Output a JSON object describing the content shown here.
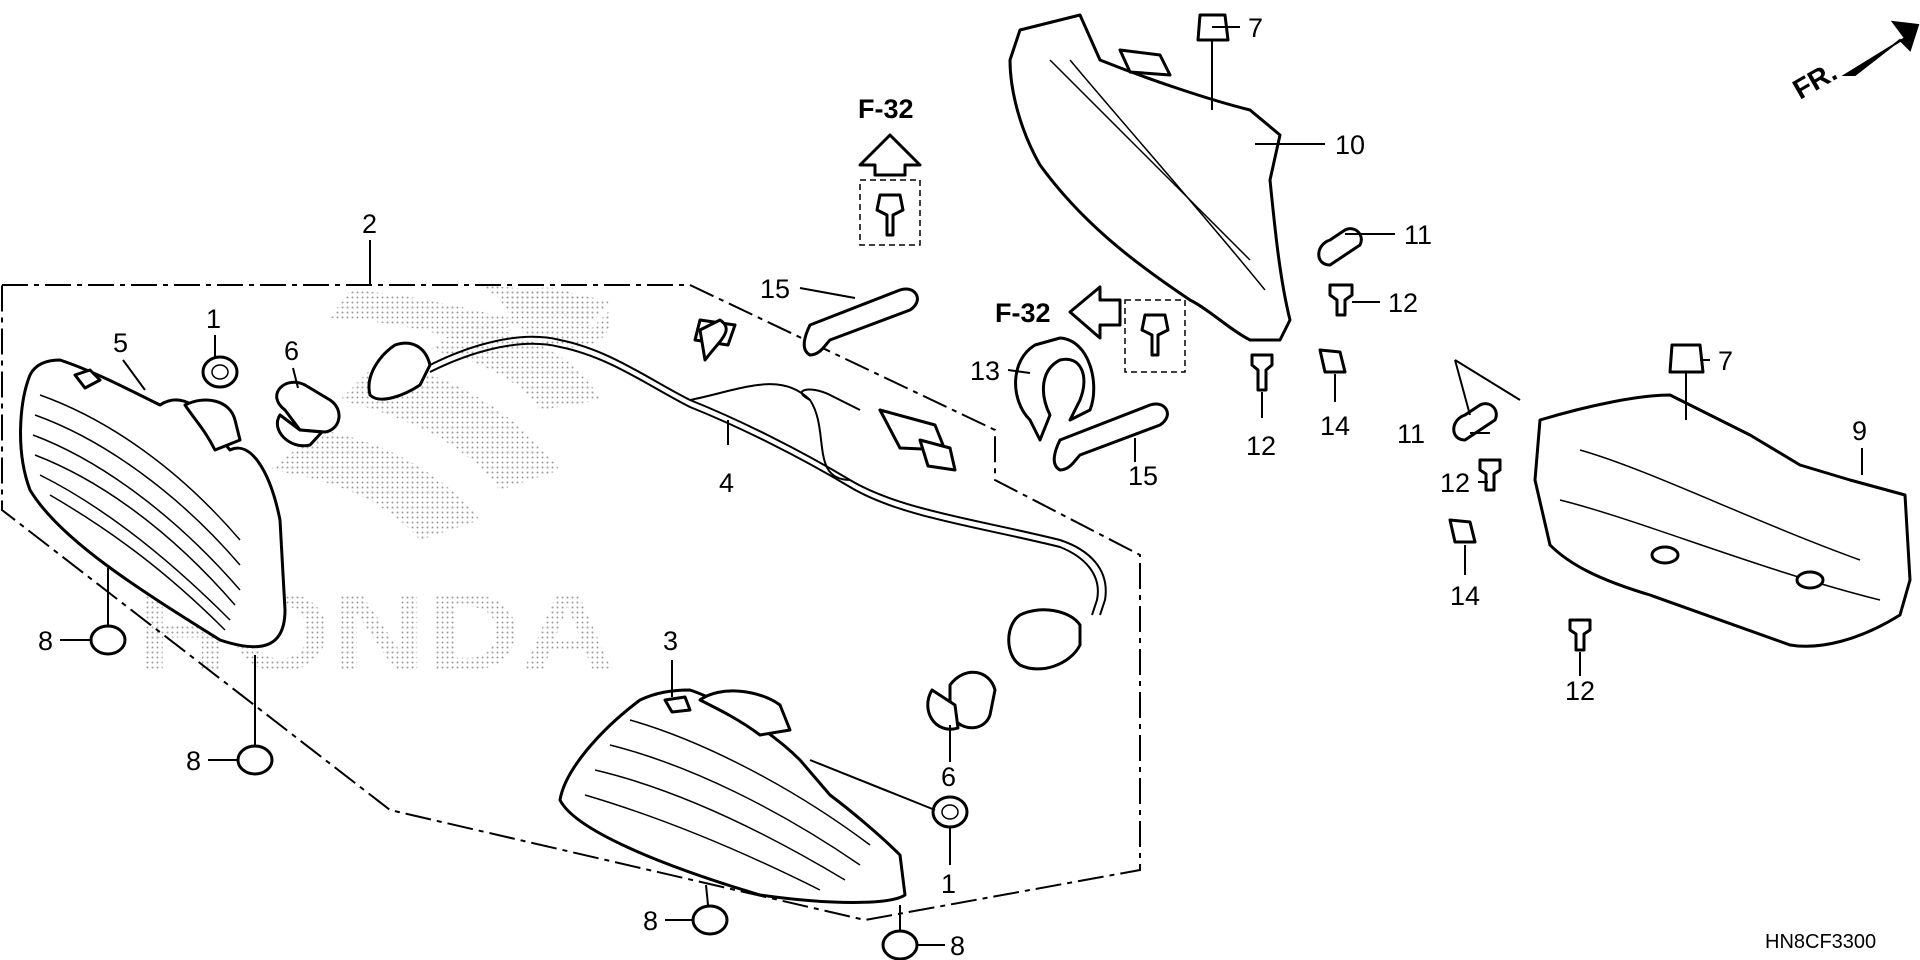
{
  "callouts": {
    "c1": "1",
    "c1b": "1",
    "c2": "2",
    "c3": "3",
    "c4": "4",
    "c5": "5",
    "c6": "6",
    "c6b": "6",
    "c7": "7",
    "c7b": "7",
    "c8a": "8",
    "c8b": "8",
    "c8c": "8",
    "c8d": "8",
    "c9": "9",
    "c10": "10",
    "c11": "11",
    "c11b": "11",
    "c12a": "12",
    "c12b": "12",
    "c12c": "12",
    "c12d": "12",
    "c13": "13",
    "c14": "14",
    "c14b": "14",
    "c15": "15",
    "c15b": "15"
  },
  "references": {
    "ref_top": "F-32",
    "ref_mid": "F-32"
  },
  "direction_label": "FR.",
  "diagram_code": "HN8CF3300",
  "watermark": "HONDA"
}
